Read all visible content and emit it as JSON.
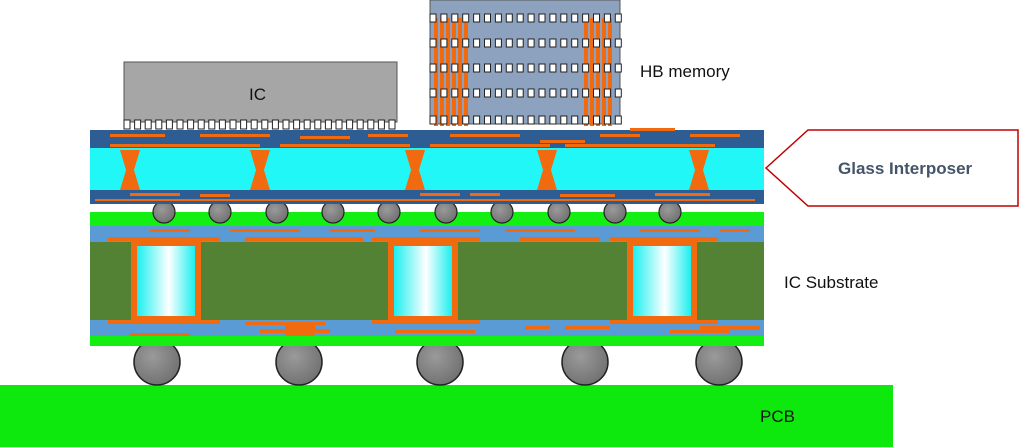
{
  "labels": {
    "ic": "IC",
    "hb_memory": "HB memory",
    "glass_interposer": "Glass Interposer",
    "ic_substrate": "IC Substrate",
    "pcb": "PCB"
  },
  "colors": {
    "pcb": "#0de80d",
    "substrate_core": "#548235",
    "substrate_buildup": "#5b9bd5",
    "solder_mask": "#13ef13",
    "glass_core": "#22f7f7",
    "interposer_rdl": "#2e5d94",
    "copper": "#f26a0f",
    "solder_ball": "#7f7f7f",
    "ic_die": "#a6a6a6",
    "hbm_die": "#8ca2be",
    "callout_border": "#c00000",
    "callout_text": "#44546a"
  }
}
